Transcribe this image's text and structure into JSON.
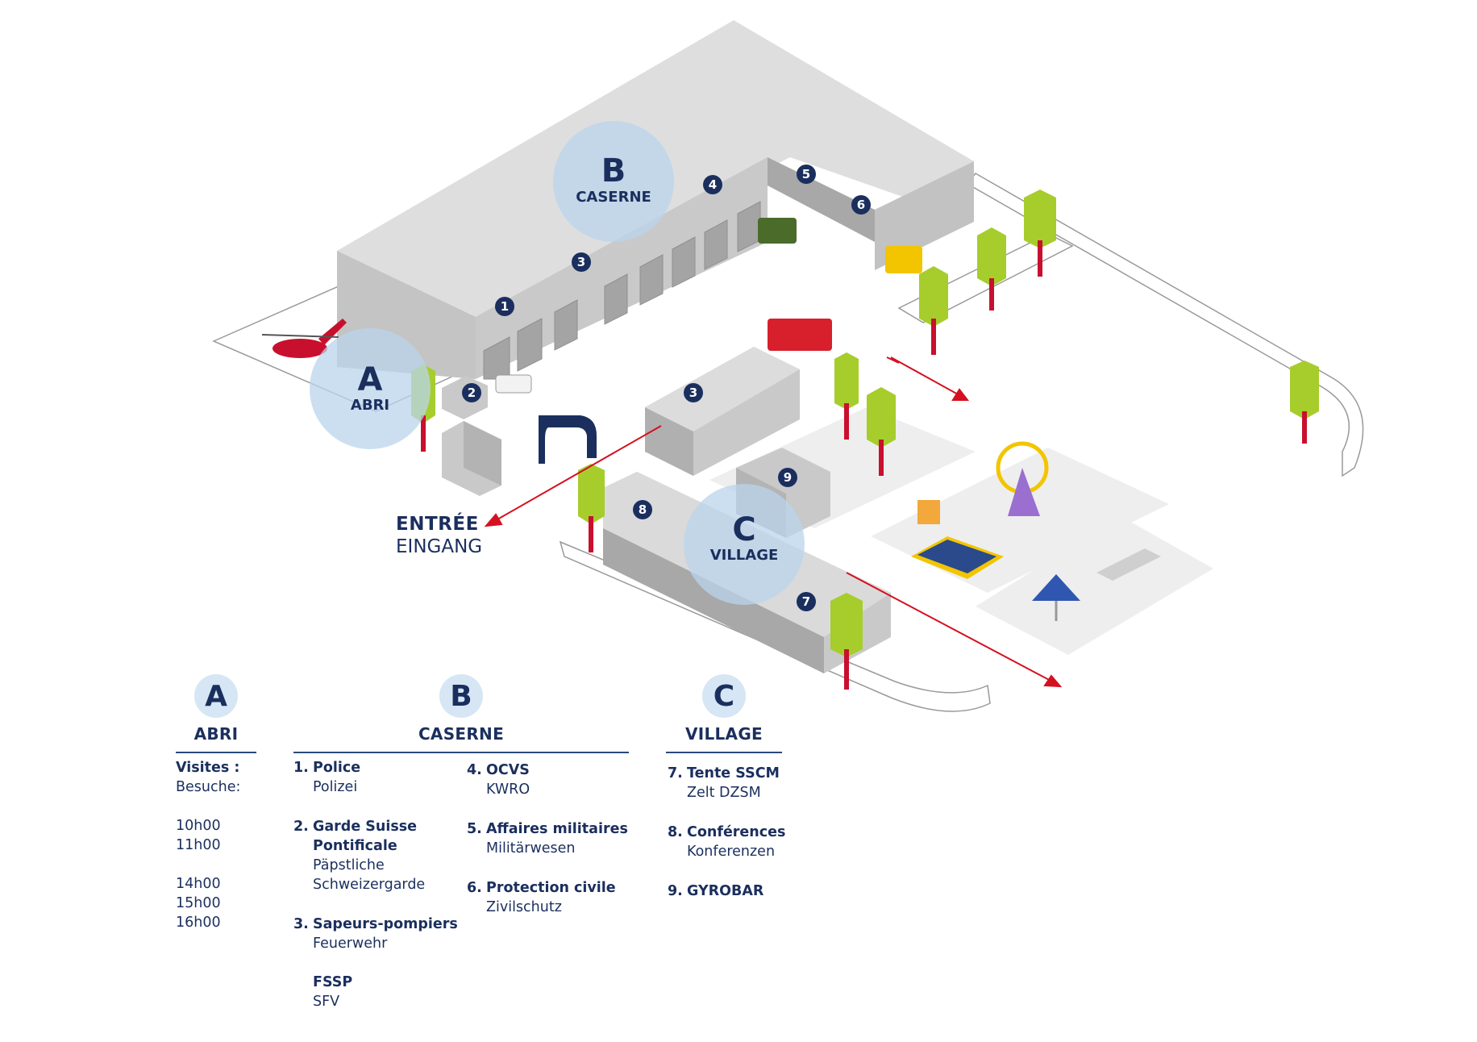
{
  "zones": {
    "A": {
      "letter": "A",
      "name": "ABRI"
    },
    "B": {
      "letter": "B",
      "name": "CASERNE"
    },
    "C": {
      "letter": "C",
      "name": "VILLAGE"
    }
  },
  "pins": [
    "1",
    "2",
    "3",
    "4",
    "5",
    "6",
    "3",
    "8",
    "9",
    "7"
  ],
  "entrance": {
    "fr": "ENTRÉE",
    "de": "EINGANG"
  },
  "colors": {
    "navy": "#1b2f5e",
    "zone_circle": "#b9d4ec",
    "entrance_arrow": "#d51020",
    "building": "#c9c9c9",
    "tree_foliage": "#a6cd2c",
    "tree_trunk": "#c8102e"
  },
  "legend": {
    "abri": {
      "letter": "A",
      "title": "ABRI",
      "visits_fr": "Visites :",
      "visits_de": "Besuche:",
      "times": [
        "10h00",
        "11h00",
        "14h00",
        "15h00",
        "16h00"
      ]
    },
    "caserne": {
      "letter": "B",
      "title": "CASERNE",
      "items": [
        {
          "num": "1.",
          "fr": "Police",
          "de": "Polizei"
        },
        {
          "num": "2.",
          "fr": "Garde Suisse",
          "fr2": "Pontificale",
          "de": "Päpstliche",
          "de2": "Schweizergarde"
        },
        {
          "num": "3.",
          "fr": "Sapeurs-pompiers",
          "de": "Feuerwehr"
        },
        {
          "num": "",
          "fr": "FSSP",
          "de": "SFV"
        },
        {
          "num": "4.",
          "fr": "OCVS",
          "de": "KWRO"
        },
        {
          "num": "5.",
          "fr": "Affaires militaires",
          "de": "Militärwesen"
        },
        {
          "num": "6.",
          "fr": "Protection civile",
          "de": "Zivilschutz"
        }
      ]
    },
    "village": {
      "letter": "C",
      "title": "VILLAGE",
      "items": [
        {
          "num": "7.",
          "fr": "Tente SSCM",
          "de": "Zelt DZSM"
        },
        {
          "num": "8.",
          "fr": "Conférences",
          "de": "Konferenzen"
        },
        {
          "num": "9.",
          "fr": "GYROBAR",
          "de": ""
        }
      ]
    }
  }
}
